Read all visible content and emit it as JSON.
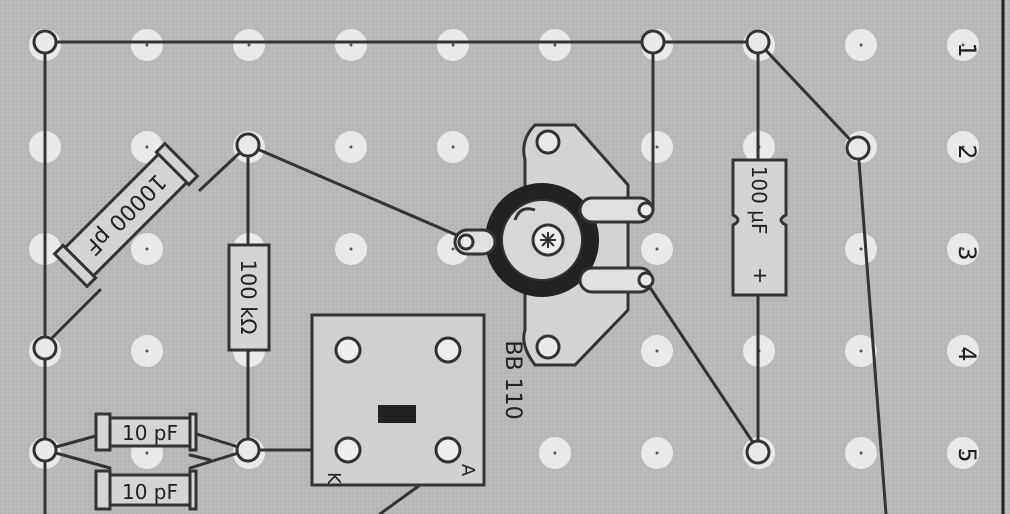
{
  "diagram": {
    "row_numbers": [
      "1",
      "2",
      "3",
      "4",
      "5"
    ],
    "components": {
      "capacitor_large": "10000 pF",
      "resistor": "100 kΩ",
      "electrolytic": "100 µF",
      "electrolytic_polarity": "+",
      "cap_small_top": "10 pF",
      "cap_small_bottom": "10 pF",
      "diode_module": "BB 110",
      "pin_k": "K",
      "pin_a": "A"
    },
    "colors": {
      "board": "#b9b9b9",
      "hole": "#e9e9e9",
      "wire": "#333333",
      "component_fill": "#d4d4d4",
      "dark_ring": "#222222"
    }
  }
}
